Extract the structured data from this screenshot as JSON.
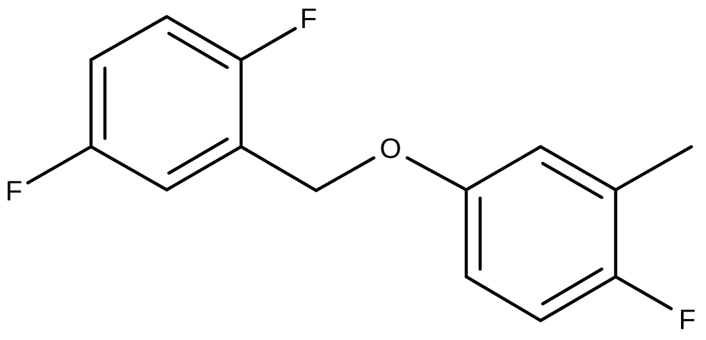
{
  "molecule": {
    "atoms": {
      "fluorine_top": "F",
      "fluorine_left": "F",
      "oxygen_ether": "O",
      "fluorine_right": "F"
    },
    "colors": {
      "bond": "#000000",
      "label": "#000000",
      "background": "#ffffff"
    }
  }
}
